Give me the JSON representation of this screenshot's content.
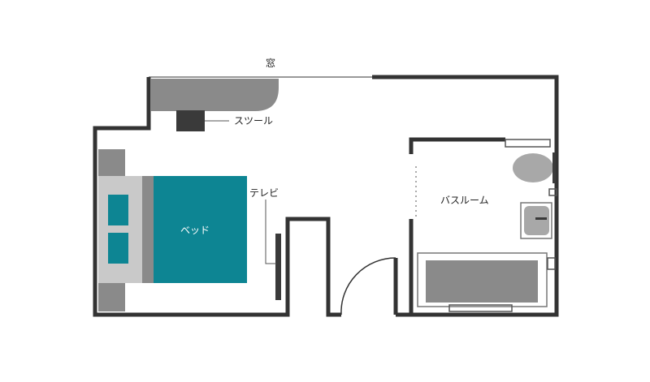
{
  "labels": {
    "window": "窓",
    "stool": "スツール",
    "tv": "テレビ",
    "bed": "ベッド",
    "bathroom": "バスルーム"
  },
  "colors": {
    "wall": "#333333",
    "furniture": "#8a8a8a",
    "fixture": "#a8a8a8",
    "bed": "#0d8593",
    "bed_head": "#c9c9c9",
    "dark": "#3a3a3a"
  }
}
